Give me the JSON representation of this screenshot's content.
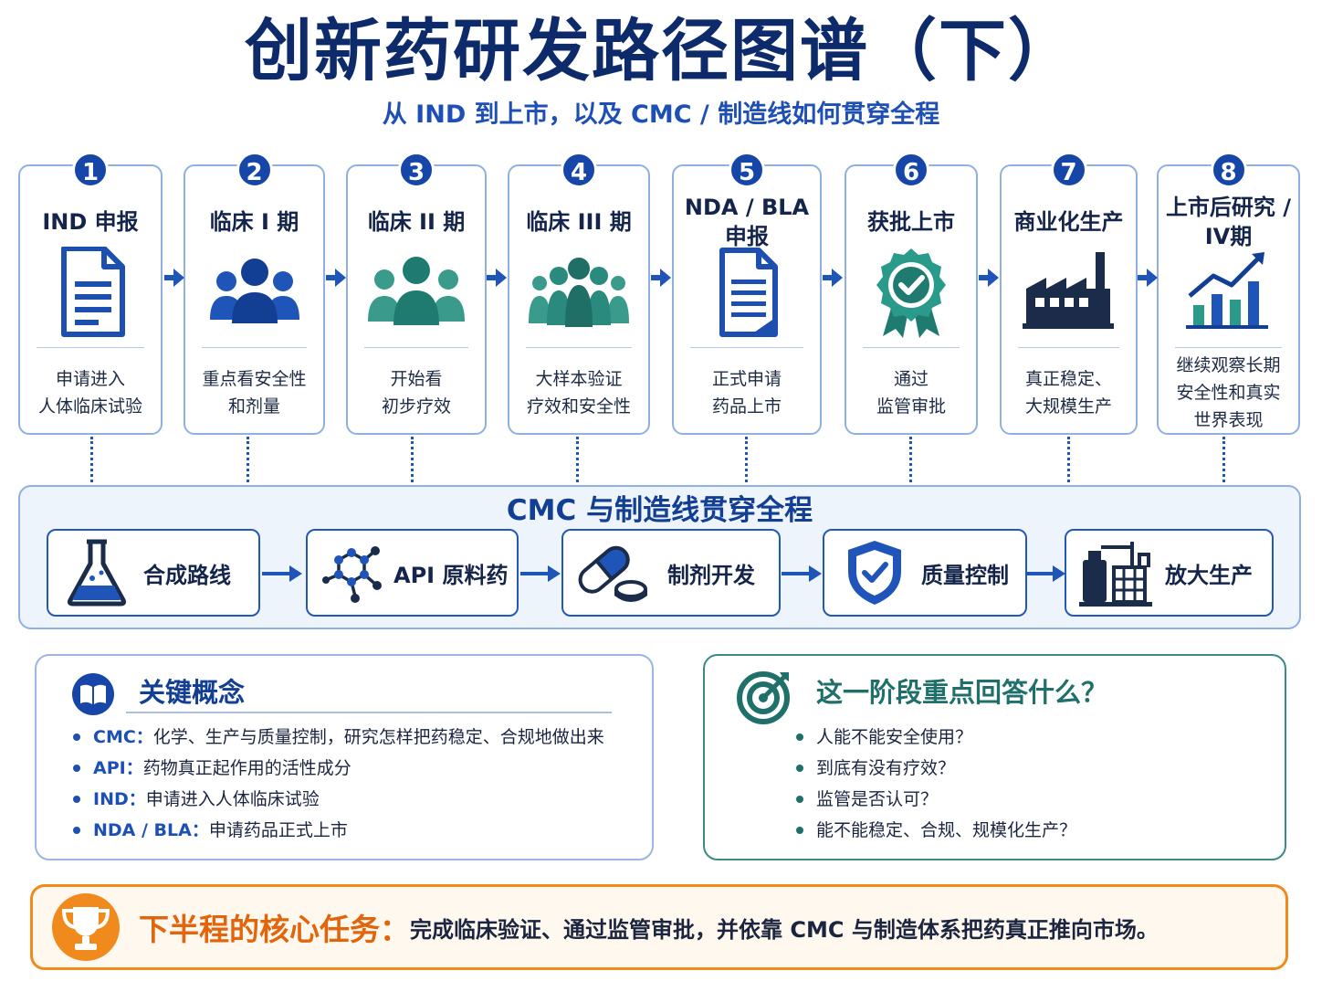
{
  "title": "创新药研发路径图谱（下）",
  "subtitle": "从 IND 到上市，以及 CMC / 制造线如何贯穿全程",
  "stages": [
    {
      "num": "1",
      "title": "IND 申报",
      "icon": "document-icon",
      "desc": "申请进入\n人体临床试验"
    },
    {
      "num": "2",
      "title": "临床 I 期",
      "icon": "people-group-small-icon",
      "desc": "重点看安全性\n和剂量"
    },
    {
      "num": "3",
      "title": "临床 II 期",
      "icon": "people-group-medium-icon",
      "desc": "开始看\n初步疗效"
    },
    {
      "num": "4",
      "title": "临床 III 期",
      "icon": "people-group-large-icon",
      "desc": "大样本验证\n疗效和安全性"
    },
    {
      "num": "5",
      "title": "NDA / BLA\n申报",
      "icon": "application-document-icon",
      "desc": "正式申请\n药品上市"
    },
    {
      "num": "6",
      "title": "获批上市",
      "icon": "approval-badge-icon",
      "desc": "通过\n监管审批"
    },
    {
      "num": "7",
      "title": "商业化生产",
      "icon": "factory-icon",
      "desc": "真正稳定、\n大规模生产"
    },
    {
      "num": "8",
      "title": "上市后研究 /\nIV期",
      "icon": "growth-chart-icon",
      "desc": "继续观察长期\n安全性和真实\n世界表现"
    }
  ],
  "cmc": {
    "title": "CMC 与制造线贯穿全程",
    "steps": [
      {
        "label": "合成路线",
        "icon": "flask-icon"
      },
      {
        "label": "API 原料药",
        "icon": "molecule-icon"
      },
      {
        "label": "制剂开发",
        "icon": "capsule-pill-icon"
      },
      {
        "label": "质量控制",
        "icon": "shield-check-icon"
      },
      {
        "label": "放大生产",
        "icon": "plant-icon"
      }
    ]
  },
  "concepts": {
    "title": "关键概念",
    "icon": "book-icon",
    "items": [
      {
        "term": "CMC：",
        "text": "化学、生产与质量控制，研究怎样把药稳定、合规地做出来"
      },
      {
        "term": "API：",
        "text": "药物真正起作用的活性成分"
      },
      {
        "term": "IND：",
        "text": "申请进入人体临床试验"
      },
      {
        "term": "NDA / BLA：",
        "text": "申请药品正式上市"
      }
    ]
  },
  "questions": {
    "title": "这一阶段重点回答什么？",
    "icon": "target-icon",
    "items": [
      "人能不能安全使用？",
      "到底有没有疗效？",
      "监管是否认可？",
      "能不能稳定、合规、规模化生产？"
    ]
  },
  "core": {
    "icon": "trophy-icon",
    "label": "下半程的核心任务：",
    "text": "完成临床验证、通过监管审批，并依靠 CMC 与制造体系把药真正推向市场。"
  },
  "colors": {
    "navy": "#0d2a6b",
    "blue": "#1d4fb4",
    "teal": "#1f6f6a",
    "orange": "#e2650c"
  }
}
